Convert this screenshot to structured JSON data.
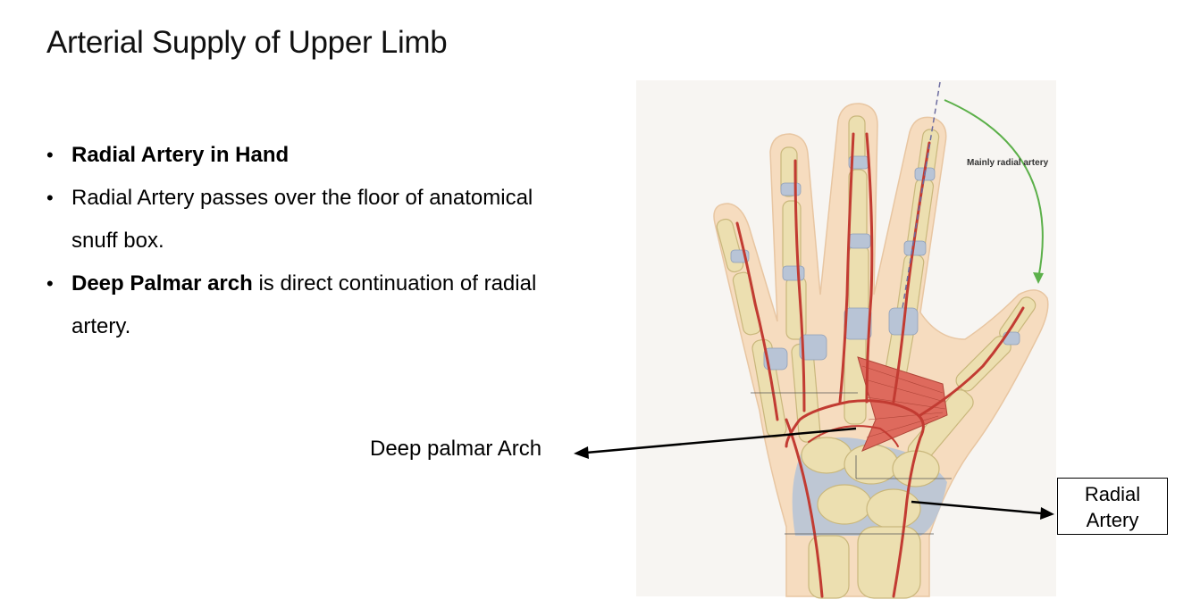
{
  "slide": {
    "title": "Arterial Supply of Upper Limb",
    "bullets": [
      {
        "bold": "Radial Artery in Hand",
        "rest": ""
      },
      {
        "bold": "",
        "rest": "Radial Artery passes over the floor of anatomical snuff box."
      },
      {
        "bold": "Deep Palmar arch",
        "rest": " is direct continuation of radial artery."
      }
    ]
  },
  "illustration": {
    "annotation_top": "Mainly radial artery",
    "label_deep_arch": "Deep palmar Arch",
    "label_radial": "Radial Artery",
    "colors": {
      "skin": "#f6dcbf",
      "bone": "#ecdfb0",
      "ligament": "#b8c4d6",
      "artery": "#c23b32",
      "muscle": "#de6a5d",
      "green_arrow": "#5cb04a"
    }
  }
}
